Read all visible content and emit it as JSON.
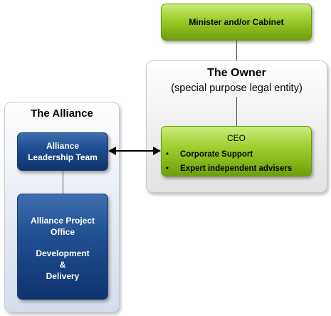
{
  "minister": {
    "label": "Minister and/or Cabinet"
  },
  "owner": {
    "title": "The Owner",
    "subtitle": "(special purpose legal entity)",
    "ceo": {
      "title": "CEO",
      "items": [
        "Corporate Support",
        "Expert independent advisers"
      ]
    }
  },
  "alliance": {
    "title": "The Alliance",
    "leadership": {
      "line1": "Alliance",
      "line2": "Leadership Team"
    },
    "project_office": {
      "line1": "Alliance Project",
      "line2": "Office",
      "line3": "Development",
      "line4": "&",
      "line5": "Delivery"
    }
  },
  "colors": {
    "green_box": "#9ccc2a",
    "blue_box": "#1f4f90",
    "owner_panel": "#e3e3e3",
    "alliance_panel": "#d5deec"
  },
  "bullet_glyph": "•"
}
